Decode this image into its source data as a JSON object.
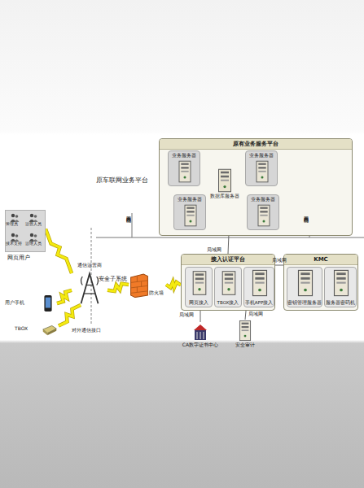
{
  "diagram": {
    "nodes": [
      {
        "text": [
          "原有业务服务平台"
        ]
      },
      {
        "text": [
          "业务服务器"
        ],
        "in": 0
      },
      {
        "text": [
          "业务服务器"
        ],
        "in": 0
      },
      {
        "text": [
          "业务服务器"
        ],
        "in": 0
      },
      {
        "text": [
          "业务服务器"
        ],
        "in": 0
      },
      {
        "text": [
          "数据库服务器"
        ],
        "in": 0
      },
      {
        "text": [
          "网页用户"
        ]
      },
      {
        "text": [
          "用户手机"
        ]
      },
      {
        "text": [
          "TBOX"
        ]
      },
      {
        "text": [
          "通信运营商"
        ]
      },
      {
        "text": [
          "防火墙"
        ]
      },
      {
        "text": [
          "接入认证平台"
        ]
      },
      {
        "text": [
          "网页接入"
        ],
        "in": 11
      },
      {
        "text": [
          "TBOX接入"
        ],
        "in": 11
      },
      {
        "text": [
          "手机APP接入"
        ],
        "in": 11
      },
      {
        "text": [
          "KMC"
        ]
      },
      {
        "text": [
          "密钥管理服务器"
        ],
        "in": 15
      },
      {
        "text": [
          "服务器密码机"
        ],
        "in": 15
      },
      {
        "text": [
          "CA数字证书中心"
        ]
      },
      {
        "text": [
          "安全审计"
        ]
      }
    ],
    "edges": [
      {
        "from": 6,
        "to": 9,
        "arrow": "none"
      },
      {
        "from": 7,
        "to": 9,
        "arrow": "none"
      },
      {
        "from": 8,
        "to": 9,
        "arrow": "none"
      },
      {
        "from": 9,
        "to": 10,
        "arrow": "none"
      },
      {
        "from": 10,
        "to": 11,
        "arrow": "none"
      },
      {
        "from": 11,
        "to": 0,
        "label": "局域网",
        "arrow": "none"
      },
      {
        "from": 11,
        "to": 15,
        "label": "局域网",
        "arrow": "none"
      },
      {
        "from": 11,
        "to": 18,
        "label": "局域网",
        "arrow": "none"
      },
      {
        "from": 11,
        "to": 19,
        "label": "局域网",
        "arrow": "none"
      }
    ],
    "labels": [
      "原车联网业务平台",
      "安全子系统",
      "对外通信接口",
      "系统内部网",
      "系统内部网",
      "管理员",
      "运营人员",
      "技术支持",
      "运维人员"
    ]
  }
}
